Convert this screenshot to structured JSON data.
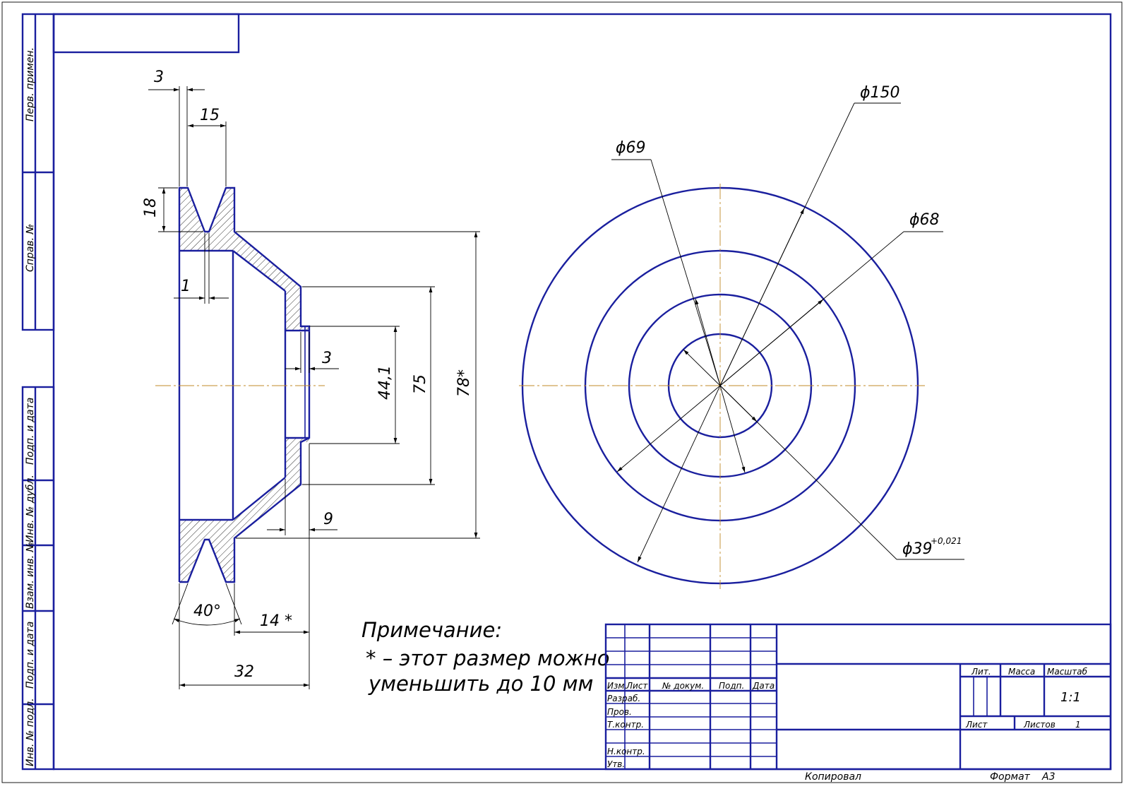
{
  "side_stamps": [
    "Перв. примен.",
    "Справ. №",
    "Подп. и дата",
    "Инв. № дубл.",
    "Взам. инв. №",
    "Подп. и дата",
    "Инв. № подл."
  ],
  "section_dims": {
    "d3_top": "3",
    "d15": "15",
    "d18": "18",
    "d1": "1",
    "d3_mid": "3",
    "d44": "44,1",
    "d75": "75",
    "d78": "78*",
    "d9": "9",
    "angle": "40°",
    "d14": "14 *",
    "d32": "32"
  },
  "plan_dims": {
    "d150": "ϕ150",
    "d69": "ϕ69",
    "d68": "ϕ68",
    "d39": "ϕ39",
    "d39_tol": "+0,021"
  },
  "note": {
    "title": "Примечание:",
    "line1": "* – этот размер можно",
    "line2": "уменьшить до 10 мм"
  },
  "title_block": {
    "headers": [
      "Изм.",
      "Лист",
      "№ докум.",
      "Подп.",
      "Дата"
    ],
    "rows": [
      "Разраб.",
      "Пров.",
      "Т.контр.",
      "",
      "Н.контр.",
      "Утв."
    ],
    "lit": "Лит.",
    "mass": "Масса",
    "scale_label": "Масштаб",
    "scale_value": "1:1",
    "sheet": "Лист",
    "sheets": "Листов",
    "sheets_count": "1"
  },
  "footer": {
    "copied": "Копировал",
    "format_label": "Формат",
    "format_value": "А3"
  }
}
